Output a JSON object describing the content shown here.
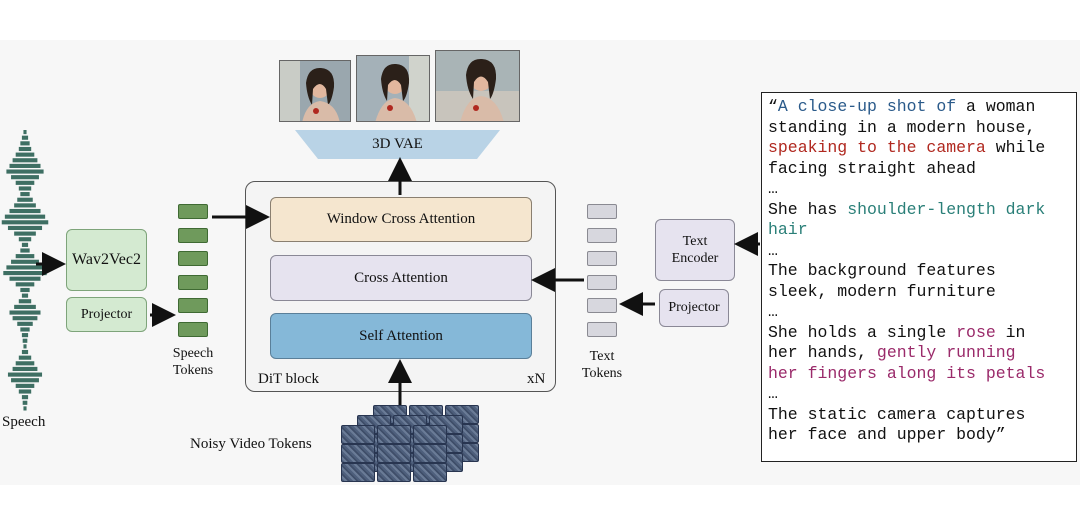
{
  "labels": {
    "speech": "Speech",
    "wav2vec": "Wav2Vec2",
    "projector_left": "Projector",
    "speech_tokens": "Speech\nTokens",
    "vae": "3D VAE",
    "window_cross": "Window Cross Attention",
    "cross": "Cross Attention",
    "self": "Self Attention",
    "dit_block": "DiT block",
    "xn": "xN",
    "noisy_video": "Noisy Video Tokens",
    "text_tokens": "Text\nTokens",
    "text_encoder": "Text\nEncoder",
    "projector_right": "Projector"
  },
  "prompt_lines": [
    [
      {
        "t": "“",
        "c": ""
      },
      {
        "t": "A close-up shot of",
        "c": "blue"
      },
      {
        "t": " a woman",
        "c": ""
      }
    ],
    [
      {
        "t": "standing in a modern house,",
        "c": ""
      }
    ],
    [
      {
        "t": "speaking to the camera",
        "c": "red"
      },
      {
        "t": " while",
        "c": ""
      }
    ],
    [
      {
        "t": "facing straight ahead",
        "c": ""
      }
    ],
    [
      {
        "t": "…",
        "c": ""
      }
    ],
    [
      {
        "t": "She has ",
        "c": ""
      },
      {
        "t": "shoulder-length dark",
        "c": "teal"
      }
    ],
    [
      {
        "t": "hair",
        "c": "teal"
      }
    ],
    [
      {
        "t": "…",
        "c": ""
      }
    ],
    [
      {
        "t": "The background features",
        "c": ""
      }
    ],
    [
      {
        "t": "sleek, modern furniture",
        "c": ""
      }
    ],
    [
      {
        "t": "…",
        "c": ""
      }
    ],
    [
      {
        "t": "She holds a single ",
        "c": ""
      },
      {
        "t": "rose",
        "c": "mag"
      },
      {
        "t": " in",
        "c": ""
      }
    ],
    [
      {
        "t": "her hands, ",
        "c": ""
      },
      {
        "t": "gently running",
        "c": "mag"
      }
    ],
    [
      {
        "t": "her fingers along its petals",
        "c": "mag"
      }
    ],
    [
      {
        "t": "…",
        "c": ""
      }
    ],
    [
      {
        "t": "The static camera captures",
        "c": ""
      }
    ],
    [
      {
        "t": "her face and upper body”",
        "c": ""
      }
    ]
  ],
  "colors": {
    "window_cross_fill": "#f5e6cf",
    "cross_fill": "#e6e3ef",
    "self_fill": "#85b8d8",
    "vae_fill": "#b9d3e6",
    "green_fill": "#d4ead1",
    "blue_text": "#2a5a8a",
    "red_text": "#b0281f",
    "teal_text": "#2a7f78",
    "magenta_text": "#9a2a6a"
  }
}
